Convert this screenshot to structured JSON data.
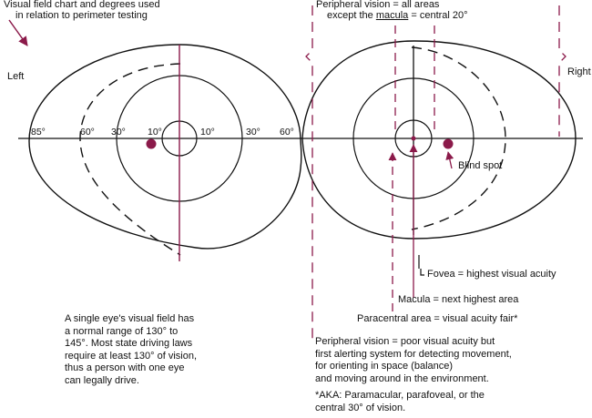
{
  "title": {
    "line1": "Visual field chart and degrees used",
    "line2": "in relation to perimeter testing"
  },
  "left_eye_label": "Left",
  "right_eye_label": "Right",
  "left_degrees": {
    "d85": "85°",
    "d60": "60°",
    "d30a": "30°",
    "d10a": "10°",
    "d10b": "10°",
    "d30b": "30°",
    "d60b": "60°"
  },
  "peripheral_definition": {
    "line1": "Peripheral vision = all areas",
    "line2_prefix": "except the ",
    "line2_macula": "macula",
    "line2_suffix": " = central 20°"
  },
  "labels": {
    "blind_spot": "Blind spot",
    "fovea": "Fovea = highest visual acuity",
    "macula": "Macula = next highest area",
    "paracentral": "Paracentral area = visual acuity fair*"
  },
  "note_left": "A single eye's visual field has\na normal range of 130° to\n145°. Most state driving laws\nrequire at least 130° of vision,\nthus a person with one eye\ncan legally drive.",
  "note_peripheral": "Peripheral vision = poor visual acuity but\n     first alerting system for detecting movement,\n     for orienting in space (balance)\n     and moving around in the environment.",
  "note_aka": "*AKA: Paramacular, parafoveal, or the\n     central 30° of vision.",
  "colors": {
    "accent": "#8b1a4a",
    "line": "#111111"
  }
}
